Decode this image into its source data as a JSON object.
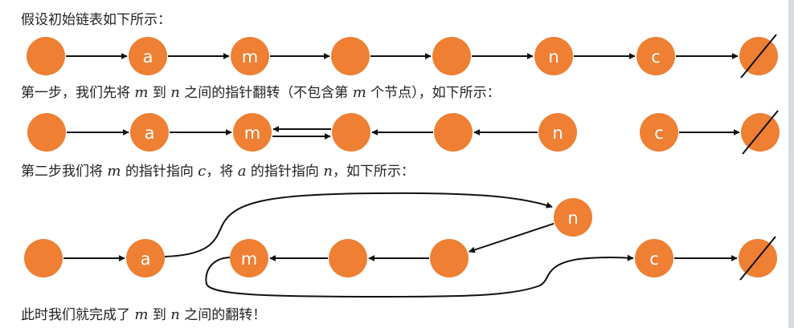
{
  "captions": {
    "c1": "假设初始链表如下所示：",
    "c2": {
      "p1": "第一步，我们先将 ",
      "v1": "m",
      "p2": " 到 ",
      "v2": "n",
      "p3": " 之间的指针翻转（不包含第 ",
      "v3": "m",
      "p4": " 个节点），如下所示："
    },
    "c3": {
      "p1": "第二步我们将 ",
      "v1": "m",
      "p2": " 的指针指向 ",
      "v2": "c",
      "p3": "，将 ",
      "v3": "a",
      "p4": " 的指针指向 ",
      "v4": "n",
      "p5": "，如下所示："
    },
    "c4": {
      "p1": "此时我们就完成了 ",
      "v1": "m",
      "p2": " 到 ",
      "v2": "n",
      "p3": " 之间的翻转！"
    }
  },
  "colors": {
    "node_fill": "#ee7f33",
    "label": "#ffffff",
    "edge": "#111111",
    "text": "#222222"
  },
  "diagrams": [
    {
      "nodes": [
        {
          "label": ""
        },
        {
          "label": "a"
        },
        {
          "label": "m"
        },
        {
          "label": ""
        },
        {
          "label": ""
        },
        {
          "label": "n"
        },
        {
          "label": "c"
        },
        {
          "label": "",
          "null": true
        }
      ]
    },
    {
      "nodes": [
        {
          "label": ""
        },
        {
          "label": "a"
        },
        {
          "label": "m"
        },
        {
          "label": ""
        },
        {
          "label": ""
        },
        {
          "label": "n"
        },
        {
          "label": "c"
        },
        {
          "label": "",
          "null": true
        }
      ]
    },
    {
      "nodes": [
        {
          "label": ""
        },
        {
          "label": "a"
        },
        {
          "label": "m"
        },
        {
          "label": ""
        },
        {
          "label": ""
        },
        {
          "label": "n"
        },
        {
          "label": "c"
        },
        {
          "label": "",
          "null": true
        }
      ]
    }
  ]
}
